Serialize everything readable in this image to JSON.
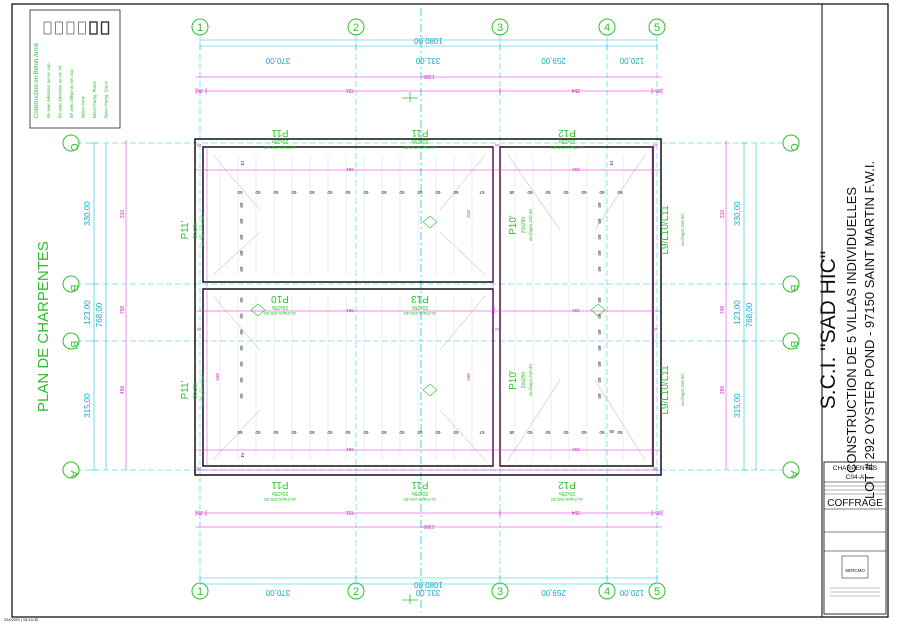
{
  "drawing": {
    "plan_title": "PLAN DE CHARPENTES",
    "project_line1": "S.C.I. \"SAD HIC\"",
    "project_line2": "CONSTRUCTION DE 5 VILLAS INDIVIDUELLES",
    "project_line3": "LOT # 292 OYSTER POND - 97150 SAINT MARTIN F.W.I.",
    "title_block": {
      "category": "CHARPENTES",
      "drawing_number": "C04-A",
      "type": "COFFRAGE",
      "firm": "SERCMO"
    },
    "footer_stamp": "25/02/09 | 15:10:35"
  },
  "legend": {
    "title": "Construction en Béton Armé",
    "items": [
      "BA avec élévation au niv. sup.",
      "BA avec élévation au niv. inf.",
      "BA avec allège au niv. sup.",
      "Béton Armé",
      "Béton Parpg. Plains",
      "Béton Parpg. Creux"
    ]
  },
  "grid": {
    "columns": [
      "1",
      "2",
      "3",
      "4",
      "5"
    ],
    "rows": [
      "C",
      "B",
      "B'",
      "A"
    ]
  },
  "dimensions": {
    "top_segments": [
      "370,00",
      "331,00",
      "259,00",
      "120,00"
    ],
    "top_total": "1080,00",
    "bottom_segments": [
      "370,00",
      "331,00",
      "259,00",
      "120,00"
    ],
    "bottom_total": "1080,00",
    "left_rows": [
      "330,00",
      "123,00",
      "315,00"
    ],
    "left_total": "768,00",
    "right_rows": [
      "330,00",
      "123,00",
      "315,00"
    ],
    "right_total": "768,00",
    "inner_top_total": "1300",
    "inner_top_left": "721",
    "inner_top_right": "354",
    "inner_top_ends": [
      "25",
      "25"
    ],
    "inner_bottom_total": "1300",
    "inner_bottom_left": "721",
    "inner_bottom_right": "354",
    "inner_bottom_ends": [
      "25",
      "25"
    ],
    "left_vertical": [
      "310",
      "798",
      "458"
    ],
    "right_vertical": [
      "310",
      "748",
      "296"
    ],
    "interior_mag": [
      "681",
      "681",
      "681",
      "334",
      "334",
      "334",
      "310",
      "468",
      "748",
      "458"
    ]
  },
  "beams": [
    {
      "code": "P11",
      "spec": "20x25h",
      "note": "ar.chaps.2x0.40"
    },
    {
      "code": "P11",
      "spec": "20x25h",
      "note": "ar.chaps.2x0.40"
    },
    {
      "code": "P12",
      "spec": "20x25h",
      "note": "ar.chaps.2x0.40"
    },
    {
      "code": "P11'",
      "spec": "20x25h",
      "note": "ar.chaps.2x0.40"
    },
    {
      "code": "P10'",
      "spec": "20x25h",
      "note": "ar.chaps.2x0.40"
    },
    {
      "code": "L9/L10/L11",
      "spec": "",
      "note": "ar.chaps.2x0.40"
    },
    {
      "code": "P10",
      "spec": "20x25h",
      "note": "ar.chaps.2x0.40"
    },
    {
      "code": "P13",
      "spec": "20x25h",
      "note": "ar.chaps.2x0.40"
    },
    {
      "code": "P11'",
      "spec": "20x25h",
      "note": "ar.chaps.2x0.40"
    },
    {
      "code": "P10'",
      "spec": "20x25h",
      "note": "ar.chaps.2x0.40"
    },
    {
      "code": "L9/L10/L11",
      "spec": "",
      "note": "ar.chaps.2x0.40"
    },
    {
      "code": "P11",
      "spec": "20x25h",
      "note": "ar.chaps.2x0.40"
    },
    {
      "code": "P11",
      "spec": "20x25h",
      "note": "ar.chaps.2x0.40"
    },
    {
      "code": "P12",
      "spec": "20x25h",
      "note": "ar.chaps.2x0.40"
    }
  ],
  "rafter_spacing": "60",
  "edge_marks": [
    "74",
    "49",
    "67",
    "48",
    "20"
  ]
}
